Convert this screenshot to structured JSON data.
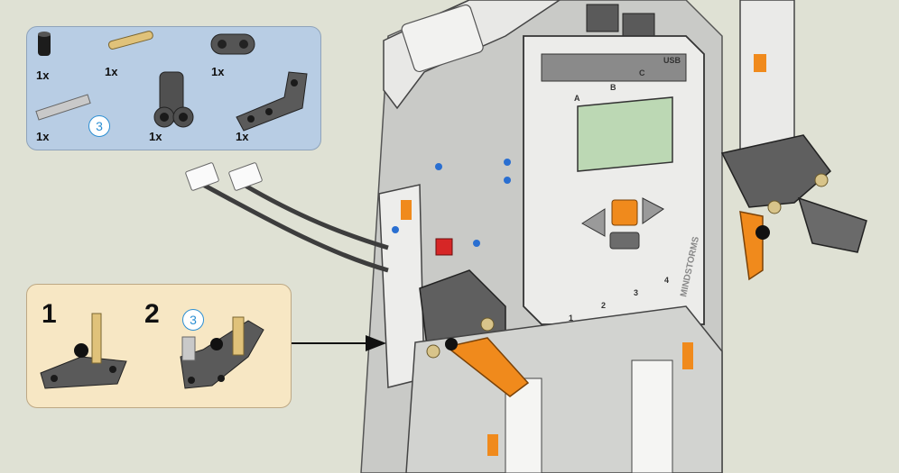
{
  "parts": {
    "items": [
      {
        "icon": "black-friction-pin-icon",
        "qty": "1x"
      },
      {
        "icon": "tan-axle-pin-icon",
        "qty": "1x"
      },
      {
        "icon": "dark-gray-connector-icon",
        "qty": "1x"
      },
      {
        "icon": "gray-axle-3-icon",
        "qty": "1x"
      },
      {
        "icon": "dark-gray-perpendicular-connector-icon",
        "qty": "1x"
      },
      {
        "icon": "dark-gray-bent-beam-icon",
        "qty": "1x"
      }
    ],
    "axle_length": "3"
  },
  "substeps": {
    "step1": "1",
    "step2": "2",
    "axle_length": "3"
  },
  "brick": {
    "ports_top": [
      "A",
      "B",
      "C"
    ],
    "usb_label": "USB",
    "ports_bottom": [
      "1",
      "2",
      "3",
      "4"
    ],
    "brand": "MINDSTORMS"
  },
  "colors": {
    "background": "#dfe1d4",
    "parts_panel": "#b8cde4",
    "substep_panel": "#f7e7c4",
    "accent_orange": "#f08a1c",
    "badge_blue": "#2c8fd3"
  }
}
